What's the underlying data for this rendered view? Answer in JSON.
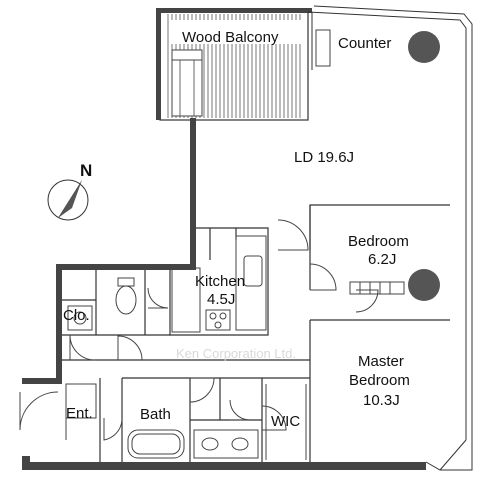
{
  "rooms": {
    "wood_balcony": "Wood Balcony",
    "counter": "Counter",
    "ld": "LD 19.6J",
    "bedroom_name": "Bedroom",
    "bedroom_size": "6.2J",
    "kitchen_name": "Kitchen",
    "kitchen_size": "4.5J",
    "closet": "Clo.",
    "master_line1": "Master",
    "master_line2": "Bedroom",
    "master_size": "10.3J",
    "entrance": "Ent.",
    "bath": "Bath",
    "wic": "WIC"
  },
  "compass": {
    "letter": "N"
  },
  "watermark": "Ken Corporation Ltd.",
  "colors": {
    "wall": "#444444",
    "line": "#333333",
    "column": "#555555",
    "background": "#ffffff"
  }
}
